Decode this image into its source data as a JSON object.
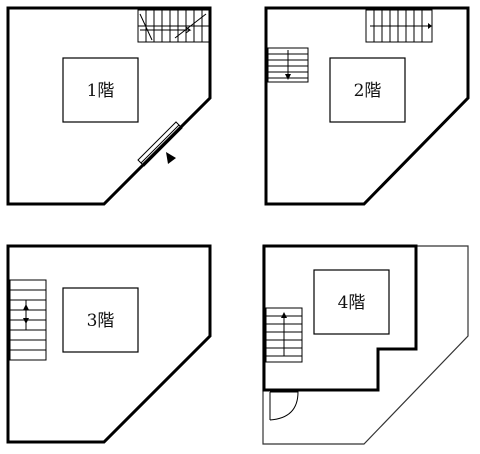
{
  "floors": [
    {
      "label": "1階"
    },
    {
      "label": "2階"
    },
    {
      "label": "3階"
    },
    {
      "label": "4階"
    }
  ]
}
